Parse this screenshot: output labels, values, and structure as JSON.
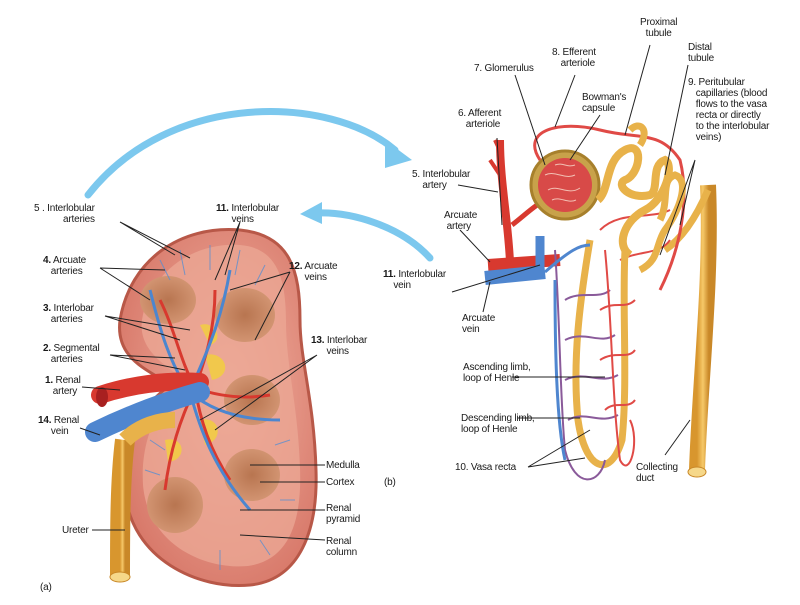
{
  "colors": {
    "arrow": "#7cc8ee",
    "artery": "#e0403c",
    "vein": "#5a8fd0",
    "tubule": "#e8b24a",
    "cortex": "#e89a86",
    "capsule": "#c9584a",
    "pyramid": "#c88860",
    "vasa": "#8a5a9a",
    "line": "#222222"
  },
  "panel_a": {
    "tag": "(a)",
    "labels": [
      {
        "num": "5 .",
        "text": [
          "Interlobular",
          "arteries"
        ]
      },
      {
        "num": "4.",
        "text": [
          "Arcuate",
          "arteries"
        ]
      },
      {
        "num": "3.",
        "text": [
          "Interlobar",
          "arteries"
        ]
      },
      {
        "num": "2.",
        "text": [
          "Segmental",
          "arteries"
        ]
      },
      {
        "num": "1.",
        "text": [
          "Renal",
          "artery"
        ]
      },
      {
        "num": "14.",
        "text": [
          "Renal",
          "vein"
        ]
      },
      {
        "num": "11.",
        "text": [
          "Interlobular",
          "veins"
        ]
      },
      {
        "num": "12.",
        "text": [
          "Arcuate",
          "veins"
        ]
      },
      {
        "num": "13.",
        "text": [
          "Interlobar",
          "veins"
        ]
      },
      {
        "num": "",
        "text": [
          "Medulla"
        ]
      },
      {
        "num": "",
        "text": [
          "Cortex"
        ]
      },
      {
        "num": "",
        "text": [
          "Renal",
          "pyramid"
        ]
      },
      {
        "num": "",
        "text": [
          "Renal",
          "column"
        ]
      },
      {
        "num": "",
        "text": [
          "Ureter"
        ]
      }
    ]
  },
  "panel_b": {
    "tag": "(b)",
    "labels": [
      {
        "num": "",
        "text": [
          "Proximal",
          "tubule"
        ]
      },
      {
        "num": "8.",
        "text": [
          "Efferent",
          "arteriole"
        ]
      },
      {
        "num": "7.",
        "text": [
          "Glomerulus"
        ]
      },
      {
        "num": "",
        "text": [
          "Distal",
          "tubule"
        ]
      },
      {
        "num": "9.",
        "text": [
          "Peritubular",
          "capillaries (blood",
          "flows to the vasa",
          "recta or directly",
          "to the interlobular",
          "veins)"
        ]
      },
      {
        "num": "",
        "text": [
          "Bowman's",
          "capsule"
        ]
      },
      {
        "num": "6.",
        "text": [
          "Afferent",
          "arteriole"
        ]
      },
      {
        "num": "5.",
        "text": [
          "Interlobular",
          "artery"
        ]
      },
      {
        "num": "",
        "text": [
          "Arcuate",
          "artery"
        ]
      },
      {
        "num": "11.",
        "text": [
          "Interlobular",
          "vein"
        ]
      },
      {
        "num": "",
        "text": [
          "Arcuate",
          "vein"
        ]
      },
      {
        "num": "",
        "text": [
          "Ascending limb,",
          "loop of Henle"
        ]
      },
      {
        "num": "",
        "text": [
          "Descending limb,",
          "loop of Henle"
        ]
      },
      {
        "num": "10.",
        "text": [
          "Vasa recta"
        ]
      },
      {
        "num": "",
        "text": [
          "Collecting",
          "duct"
        ]
      }
    ]
  }
}
